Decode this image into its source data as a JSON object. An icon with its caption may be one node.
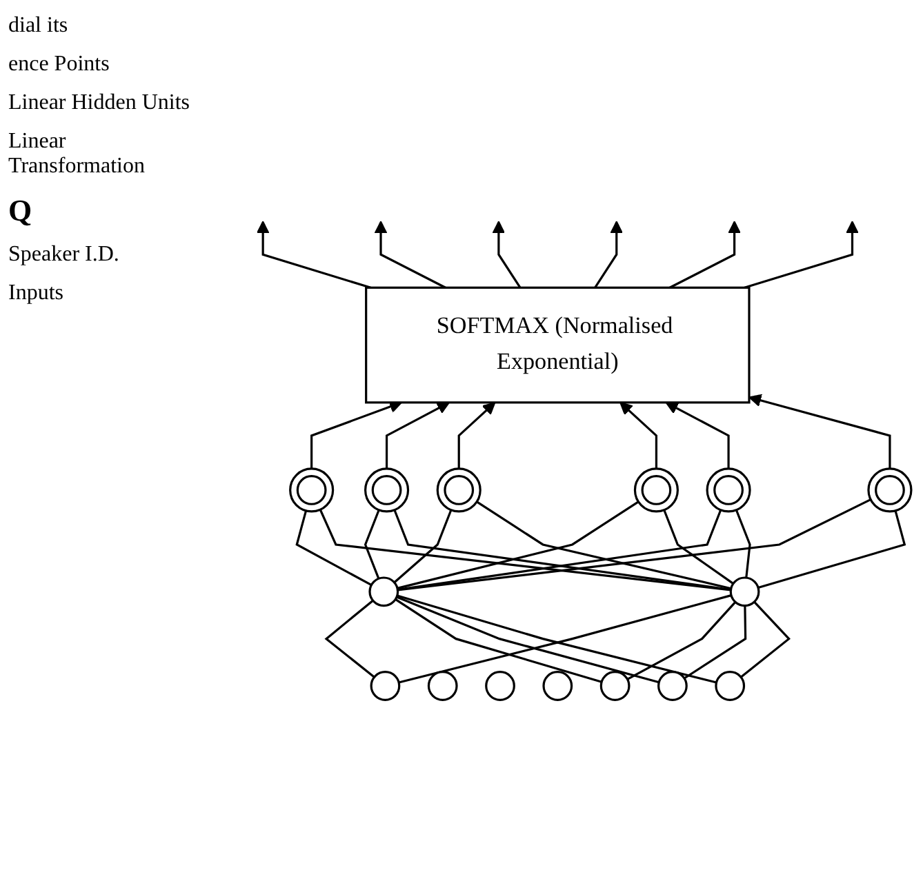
{
  "diagram": {
    "nodes": [
      {
        "text": [
          "SOFTMAX (Normalised Exponential)"
        ]
      },
      {
        "text": [],
        "shape": "circle"
      },
      {
        "text": [],
        "shape": "circle"
      },
      {
        "text": [],
        "shape": "circle"
      },
      {
        "text": [],
        "shape": "circle"
      },
      {
        "text": [],
        "shape": "circle"
      },
      {
        "text": [],
        "shape": "circle"
      },
      {
        "text": [],
        "shape": "circle"
      },
      {
        "text": [],
        "shape": "circle"
      },
      {
        "text": [],
        "shape": "circle"
      },
      {
        "text": [],
        "shape": "circle"
      },
      {
        "text": [],
        "shape": "circle"
      },
      {
        "text": [],
        "shape": "circle"
      },
      {
        "text": [],
        "shape": "circle"
      },
      {
        "text": [],
        "shape": "circle"
      },
      {
        "text": [],
        "shape": "circle"
      }
    ],
    "edges": [
      {
        "from": 0,
        "to": null,
        "arrow": "to"
      },
      {
        "from": 0,
        "to": null,
        "arrow": "to"
      },
      {
        "from": 0,
        "to": null,
        "arrow": "to"
      },
      {
        "from": 0,
        "to": null,
        "arrow": "to"
      },
      {
        "from": 0,
        "to": null,
        "arrow": "to"
      },
      {
        "from": 0,
        "to": null,
        "arrow": "to"
      },
      {
        "from": 1,
        "to": 0,
        "arrow": "to"
      },
      {
        "from": 2,
        "to": 0,
        "arrow": "to"
      },
      {
        "from": 3,
        "to": 0,
        "arrow": "to"
      },
      {
        "from": 4,
        "to": 0,
        "arrow": "to"
      },
      {
        "from": 5,
        "to": 0,
        "arrow": "to"
      },
      {
        "from": 6,
        "to": 0,
        "arrow": "to"
      },
      {
        "from": 7,
        "to": 1,
        "arrow": "none"
      },
      {
        "from": 8,
        "to": 1,
        "arrow": "none"
      },
      {
        "from": 7,
        "to": 2,
        "arrow": "none"
      },
      {
        "from": 8,
        "to": 2,
        "arrow": "none"
      },
      {
        "from": 7,
        "to": 3,
        "arrow": "none"
      },
      {
        "from": 8,
        "to": 3,
        "arrow": "none"
      },
      {
        "from": 7,
        "to": 4,
        "arrow": "none"
      },
      {
        "from": 8,
        "to": 4,
        "arrow": "none"
      },
      {
        "from": 7,
        "to": 5,
        "arrow": "none"
      },
      {
        "from": 8,
        "to": 5,
        "arrow": "none"
      },
      {
        "from": 7,
        "to": 6,
        "arrow": "none"
      },
      {
        "from": 8,
        "to": 6,
        "arrow": "none"
      },
      {
        "from": 9,
        "to": 7,
        "arrow": "none"
      },
      {
        "from": 9,
        "to": 8,
        "arrow": "none"
      },
      {
        "from": 13,
        "to": 7,
        "arrow": "none"
      },
      {
        "from": 13,
        "to": 8,
        "arrow": "none"
      },
      {
        "from": 14,
        "to": 7,
        "arrow": "none"
      },
      {
        "from": 14,
        "to": 8,
        "arrow": "none"
      },
      {
        "from": 15,
        "to": 7,
        "arrow": "none"
      },
      {
        "from": 15,
        "to": 8,
        "arrow": "none"
      }
    ],
    "labels": [
      "dial its",
      "ence Points",
      "Linear Hidden Units",
      "Linear Transformation",
      "Q",
      "Speaker I.D.",
      "Inputs"
    ]
  }
}
